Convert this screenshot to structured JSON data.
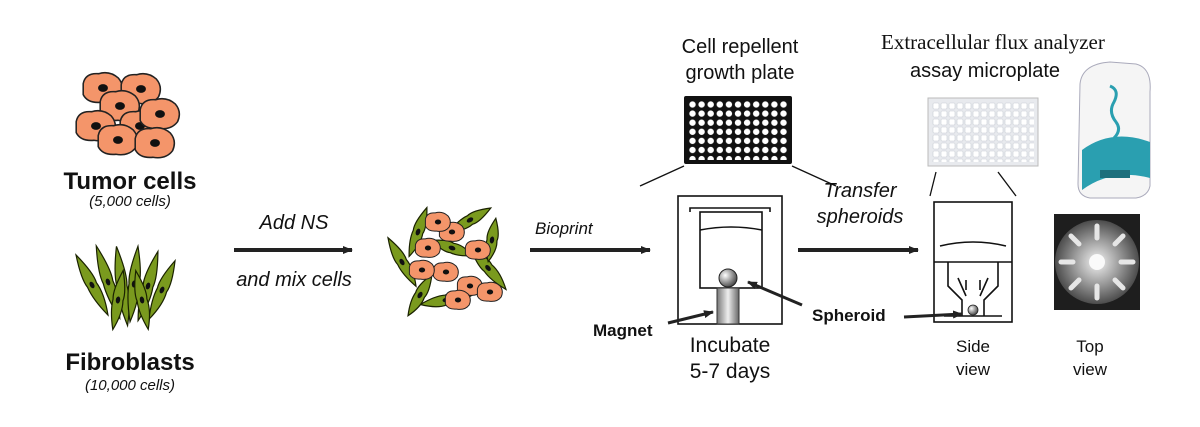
{
  "tumor": {
    "title": "Tumor cells",
    "count": "(5,000 cells)"
  },
  "fibro": {
    "title": "Fibroblasts",
    "count": "(10,000 cells)"
  },
  "step1": {
    "line1": "Add NS",
    "line2": "and mix cells"
  },
  "step2": {
    "label": "Bioprint"
  },
  "plate": {
    "line1": "Cell repellent",
    "line2": "growth plate"
  },
  "magnet": "Magnet",
  "incubate": {
    "line1": "Incubate",
    "line2": "5-7 days"
  },
  "transfer": {
    "line1": "Transfer",
    "line2": "spheroids"
  },
  "spheroid": "Spheroid",
  "analyzer": {
    "line1": "Extracellular flux analyzer",
    "line2": "assay microplate"
  },
  "side_view": {
    "line1": "Side",
    "line2": "view"
  },
  "top_view": {
    "line1": "Top",
    "line2": "view"
  },
  "colors": {
    "tumor_fill": "#F4956A",
    "fibro_fill": "#7A9A1E",
    "nucleus": "#111111",
    "analyzer_teal": "#2A9FB0"
  }
}
